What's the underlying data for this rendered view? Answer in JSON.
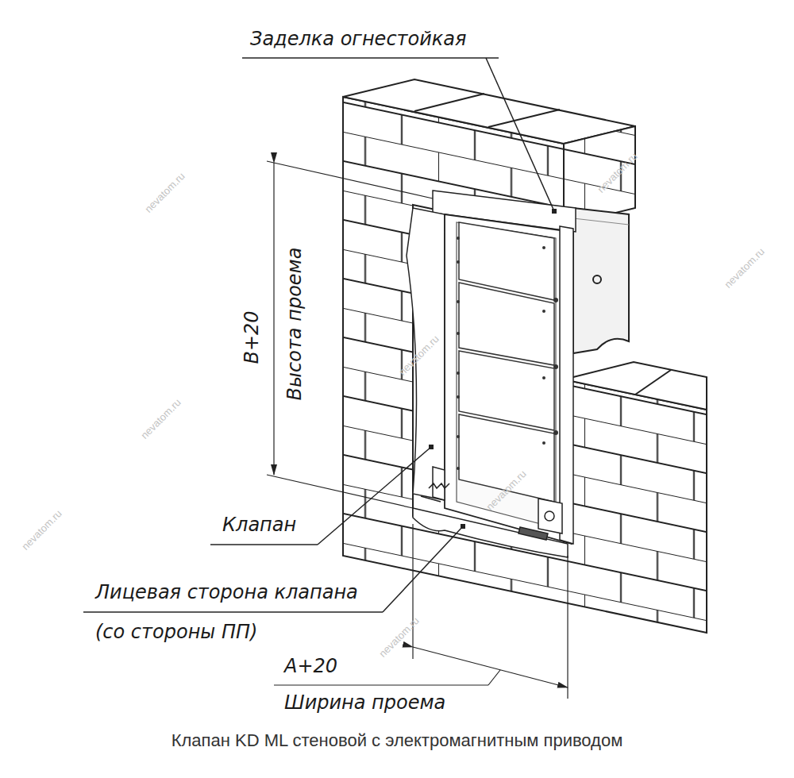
{
  "diagram": {
    "caption": "Клапан KD ML стеновой с электромагнитным приводом",
    "labels": [
      "Заделка огнестойкая",
      "B+20",
      "Высота проема",
      "Клапан",
      "Лицевая сторона клапана",
      "(со стороны ПП)",
      "A+20",
      "Ширина проема",
      "nevatom.ru",
      "nevatom.ru",
      "nevatom.ru",
      "nevatom.ru",
      "nevatom.ru",
      "nevatom.ru",
      "nevatom.ru",
      "nevatom.ru"
    ]
  }
}
